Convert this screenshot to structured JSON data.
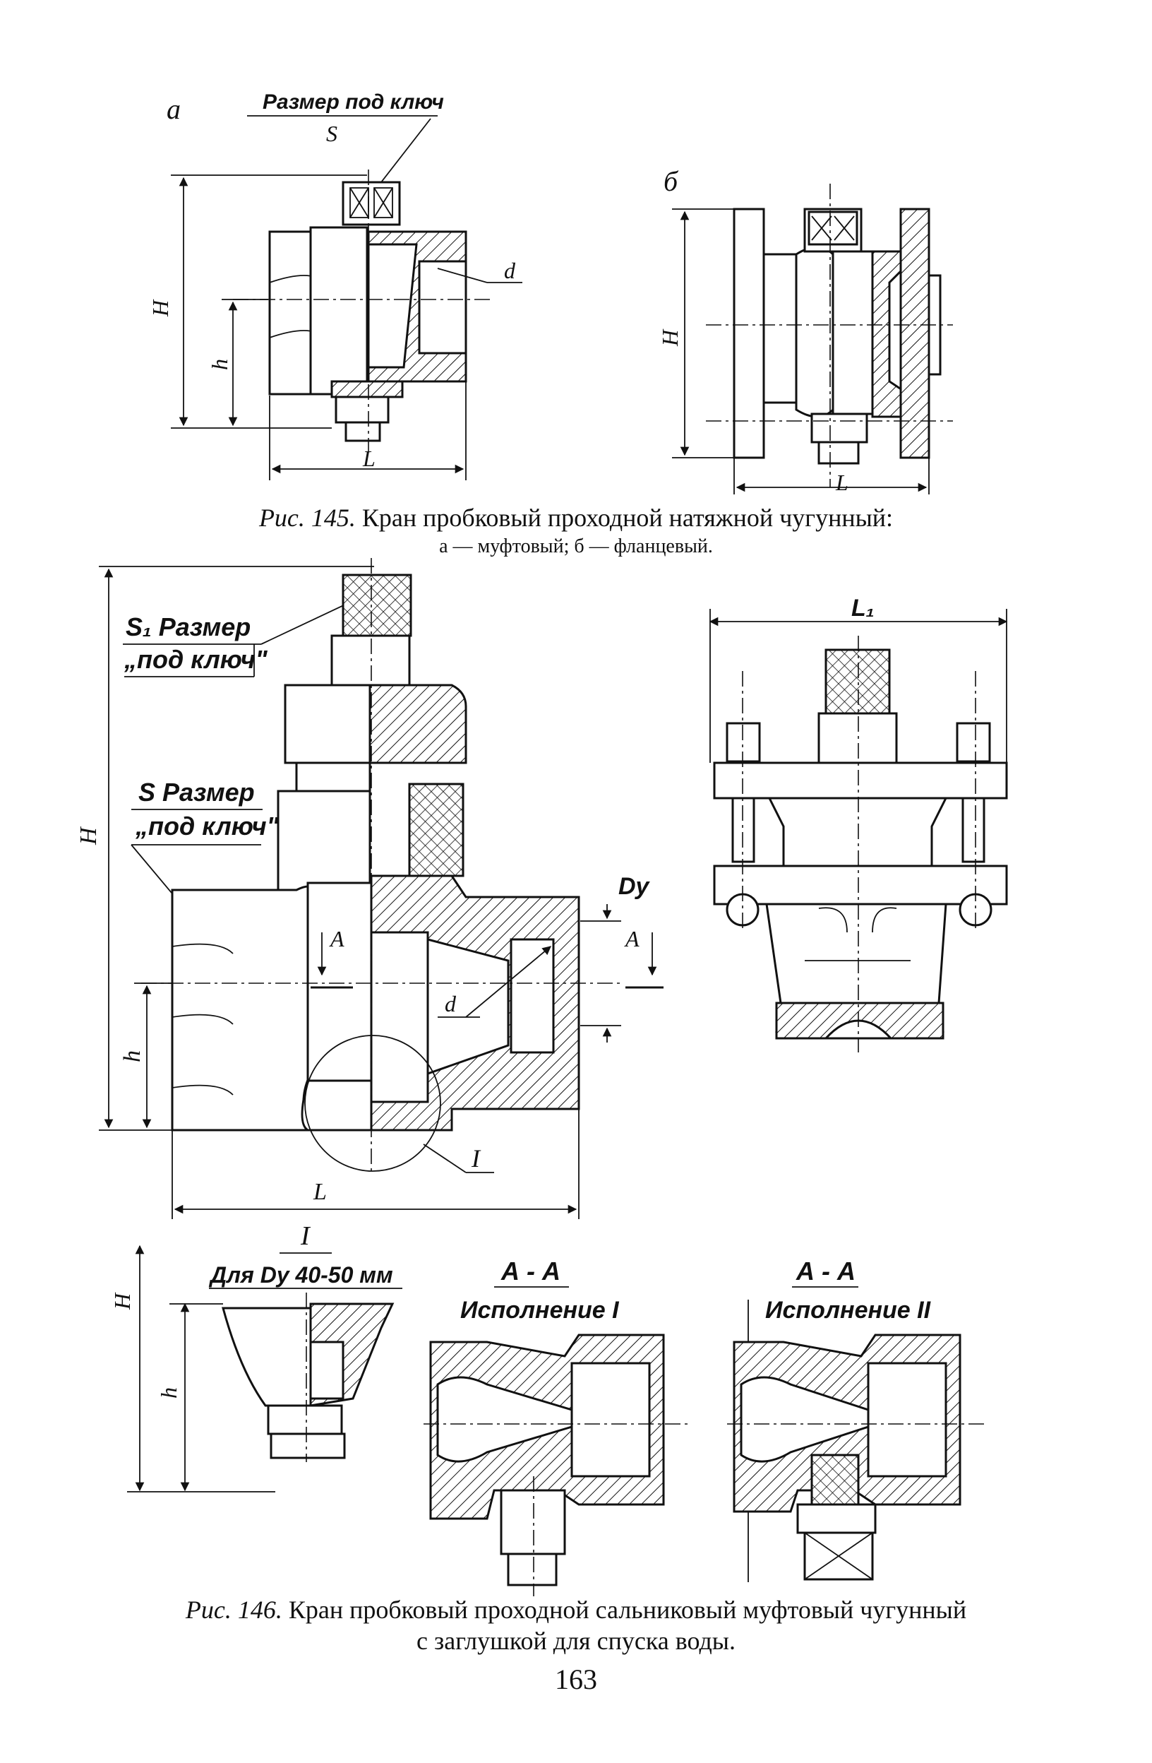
{
  "fig145": {
    "label_a": "а",
    "label_b": "б",
    "wrench_size_label": "Размер под ключ",
    "wrench_size_symbol": "S",
    "dim_d": "d",
    "dim_H_a": "H",
    "dim_h_a": "h",
    "dim_L_a": "L",
    "dim_H_b": "H",
    "dim_L_b": "L",
    "caption_num": "Рис. 145.",
    "caption_text": "Кран пробковый проходной натяжной чугунный:",
    "caption_sub": "а — муфтовый; б — фланцевый."
  },
  "fig146": {
    "s1_label": "S₁ Размер",
    "s1_label2": "„под ключ\"",
    "s_label": "S Размер",
    "s_label2": "„под ключ\"",
    "dim_H": "H",
    "dim_h": "h",
    "dim_L": "L",
    "dim_L1": "L₁",
    "dim_Dy": "Dy",
    "dim_d": "d",
    "section_A_left": "A",
    "section_A_right": "A",
    "detail_I": "I",
    "detail_title": "I",
    "detail_sub": "Для Dy 40-50 мм",
    "detail_H": "H",
    "detail_h": "h",
    "section1_title": "А - А",
    "section1_sub": "Исполнение I",
    "section2_title": "А - А",
    "section2_sub": "Исполнение II",
    "caption_num": "Рис. 146.",
    "caption_text": "Кран пробковый проходной сальниковый муфтовый чугунный",
    "caption_text2": "с заглушкой для спуска воды."
  },
  "page_number": "163"
}
